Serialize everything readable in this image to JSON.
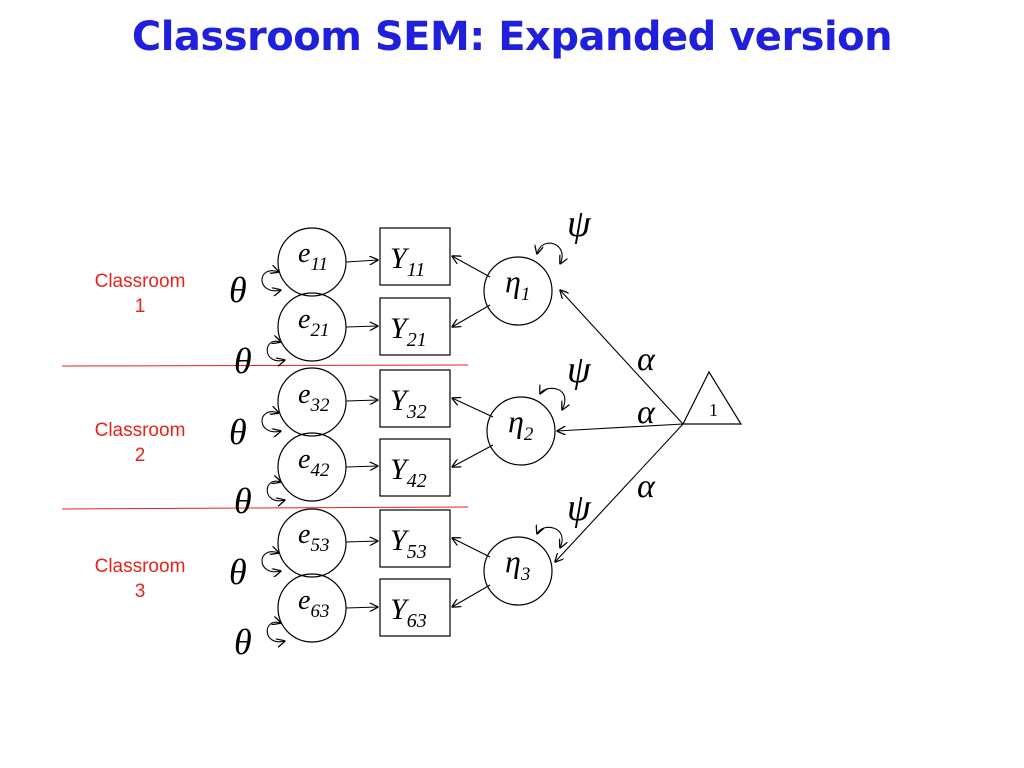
{
  "title": "Classroom SEM: Expanded version",
  "classrooms": [
    {
      "line1": "Classroom",
      "line2": "1"
    },
    {
      "line1": "Classroom",
      "line2": "2"
    },
    {
      "line1": "Classroom",
      "line2": "3"
    }
  ],
  "errors": [
    {
      "base": "e",
      "sub": "11"
    },
    {
      "base": "e",
      "sub": "21"
    },
    {
      "base": "e",
      "sub": "32"
    },
    {
      "base": "e",
      "sub": "42"
    },
    {
      "base": "e",
      "sub": "53"
    },
    {
      "base": "e",
      "sub": "63"
    }
  ],
  "observed": [
    {
      "base": "Y",
      "sub": "11"
    },
    {
      "base": "Y",
      "sub": "21"
    },
    {
      "base": "Y",
      "sub": "32"
    },
    {
      "base": "Y",
      "sub": "42"
    },
    {
      "base": "Y",
      "sub": "53"
    },
    {
      "base": "Y",
      "sub": "63"
    }
  ],
  "latents": [
    {
      "base": "η",
      "sub": "1"
    },
    {
      "base": "η",
      "sub": "2"
    },
    {
      "base": "η",
      "sub": "3"
    }
  ],
  "symbols": {
    "theta": "θ",
    "psi": "ψ",
    "alpha": "α",
    "constant": "1"
  },
  "colors": {
    "title": "#1f1fdc",
    "classroom_label": "#e8231b",
    "separator": "#e8231b",
    "diagram": "#000000"
  }
}
